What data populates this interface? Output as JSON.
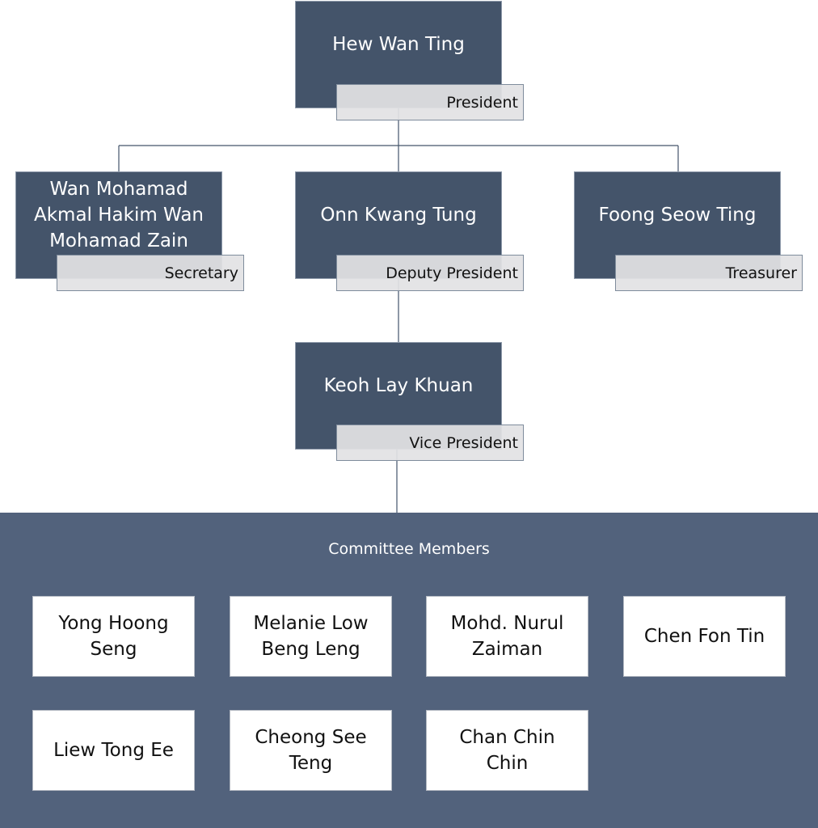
{
  "officers": [
    {
      "name": "Hew Wan Ting",
      "role": "President"
    },
    {
      "name": "Wan Mohamad Akmal Hakim Wan Mohamad Zain",
      "role": "Secretary"
    },
    {
      "name": "Onn Kwang Tung",
      "role": "Deputy President"
    },
    {
      "name": "Foong Seow Ting",
      "role": "Treasurer"
    },
    {
      "name": "Keoh Lay Khuan",
      "role": "Vice President"
    }
  ],
  "committee": {
    "title": "Committee Members",
    "members": [
      "Yong Hoong Seng",
      "Melanie Low Beng Leng",
      "Mohd. Nurul Zaiman",
      "Chen Fon Tin",
      "Liew Tong Ee",
      "Cheong See Teng",
      "Chan Chin Chin"
    ]
  },
  "colors": {
    "node_fill": "#44546a",
    "role_label_fill": "#e2e2e4",
    "committee_panel_fill": "#52627c",
    "member_fill": "#ffffff",
    "connector": "#44546a"
  }
}
